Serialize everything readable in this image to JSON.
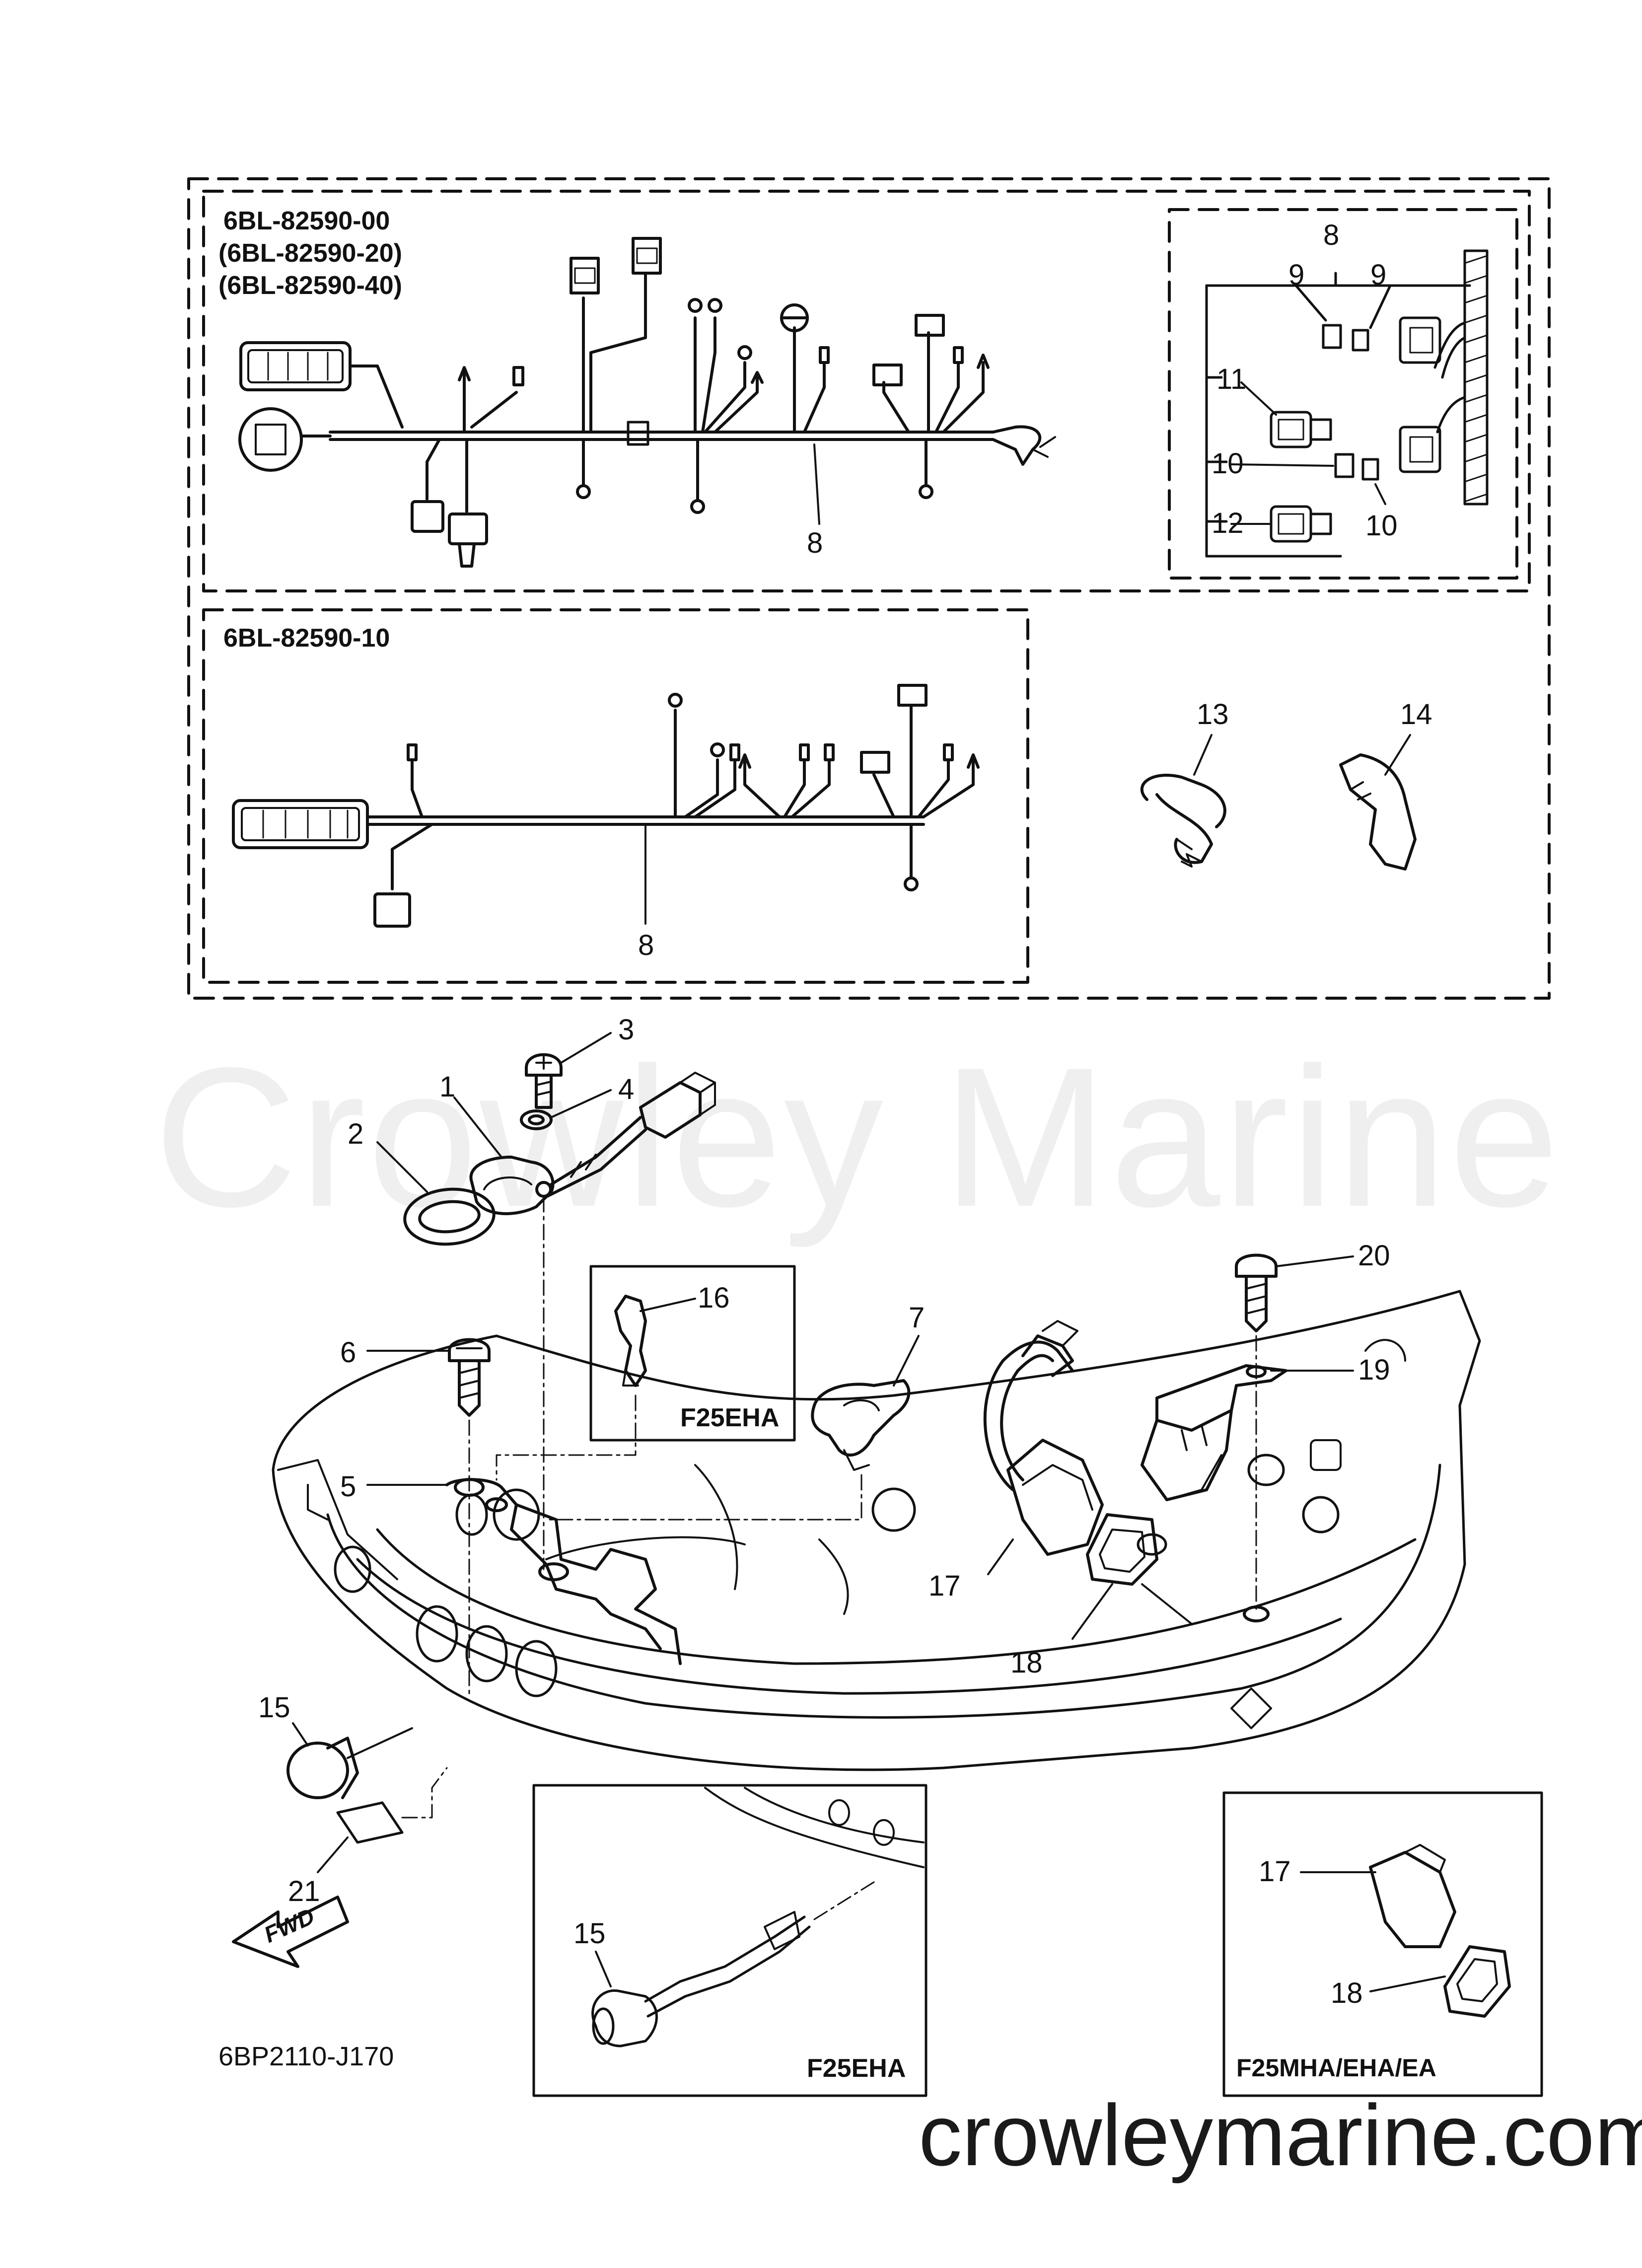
{
  "watermark": "Crowley Marine",
  "website": "crowleymarine.com",
  "diagram_code": "6BP2110-J170",
  "fwd_arrow_text": "FWD",
  "harness_groups": {
    "group_a": [
      "6BL-82590-00",
      "(6BL-82590-20)",
      "(6BL-82590-40)"
    ],
    "group_b": "6BL-82590-10"
  },
  "model_labels": {
    "inset_clip": "F25EHA",
    "inset_sensor": "F25EHA",
    "inset_grommet": "F25MHA/EHA/EA"
  },
  "callouts": {
    "c8_top": "8",
    "c9a": "9",
    "c9b": "9",
    "c11": "11",
    "c10a": "10",
    "c12": "12",
    "c10b": "10",
    "c8_a": "8",
    "c8_b": "8",
    "c13": "13",
    "c14": "14",
    "c3": "3",
    "c1": "1",
    "c4": "4",
    "c2": "2",
    "c20": "20",
    "c16": "16",
    "c7": "7",
    "c6": "6",
    "c19": "19",
    "c5": "5",
    "c17": "17",
    "c18": "18",
    "c15": "15",
    "c21": "21",
    "c15b": "15",
    "c17b": "17",
    "c18b": "18"
  }
}
